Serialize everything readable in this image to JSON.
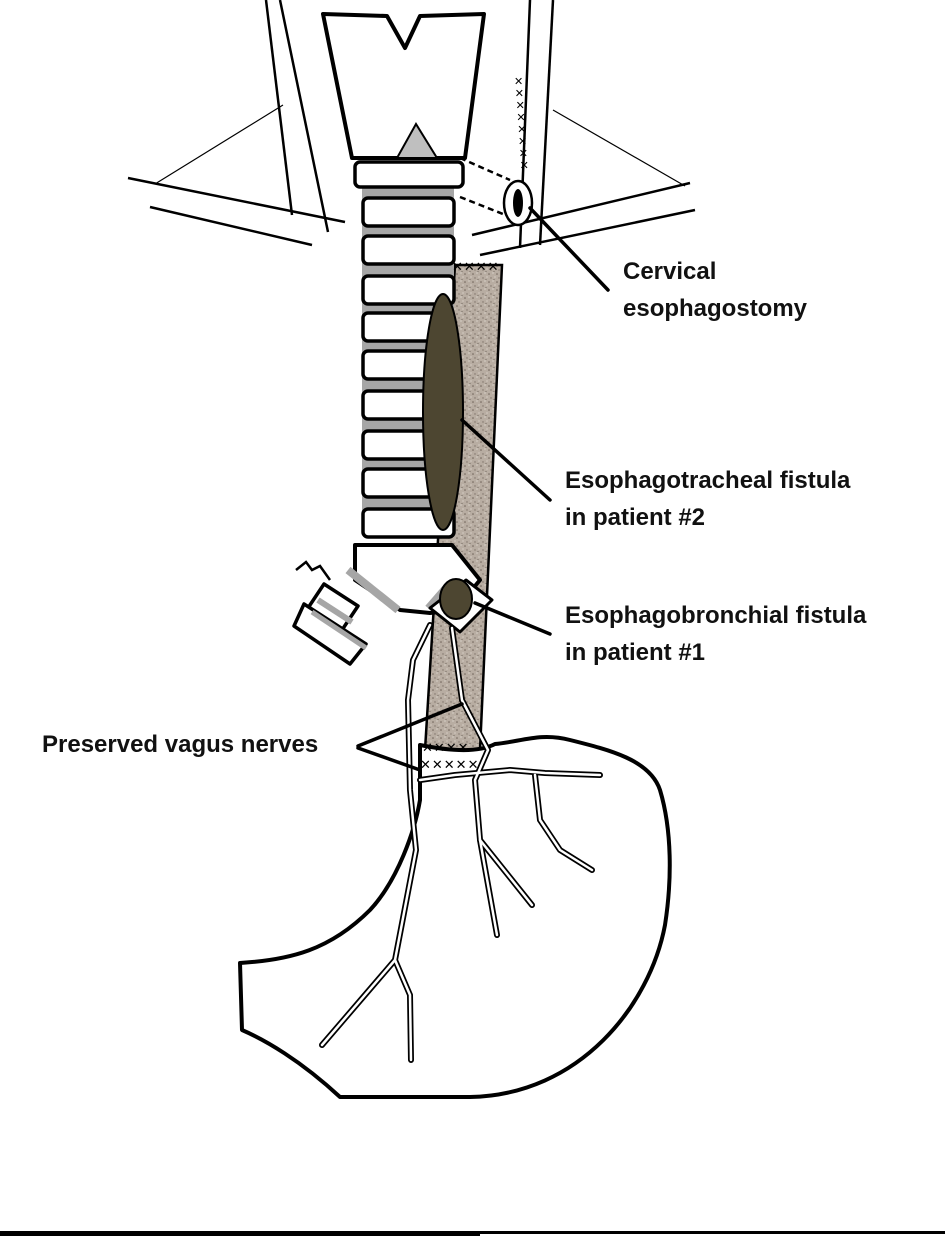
{
  "labels": {
    "cervical_esophagostomy": [
      "Cervical",
      "esophagostomy"
    ],
    "esophagotracheal_fistula": [
      "Esophagotracheal fistula",
      "in patient #2"
    ],
    "esophagobronchial_fistula": [
      "Esophagobronchial fistula",
      "in patient #1"
    ],
    "vagus_nerves": "Preserved vagus nerves"
  },
  "colors": {
    "outline": "#000000",
    "conduit_fill": "#b3a79c",
    "fistula_fill": "#4d4631",
    "cartilage_gray": "#a6a6a6",
    "carina_gray": "#bfbfbf",
    "background": "#ffffff"
  }
}
